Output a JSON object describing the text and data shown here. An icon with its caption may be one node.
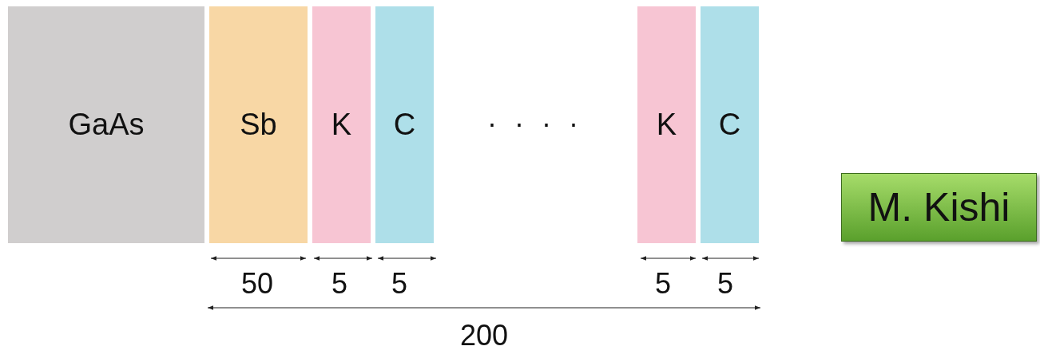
{
  "diagram": {
    "nodes": [
      {
        "text": [
          "GaAs"
        ]
      },
      {
        "text": [
          "Sb"
        ]
      },
      {
        "text": [
          "K"
        ]
      },
      {
        "text": [
          "C"
        ]
      },
      {
        "text": [
          "K"
        ]
      },
      {
        "text": [
          "C"
        ]
      },
      {
        "text": [
          "M. Kishi"
        ]
      }
    ],
    "edges": [],
    "labels": [
      "· · · ·",
      "50",
      "5",
      "5",
      "5",
      "5",
      "200"
    ]
  }
}
